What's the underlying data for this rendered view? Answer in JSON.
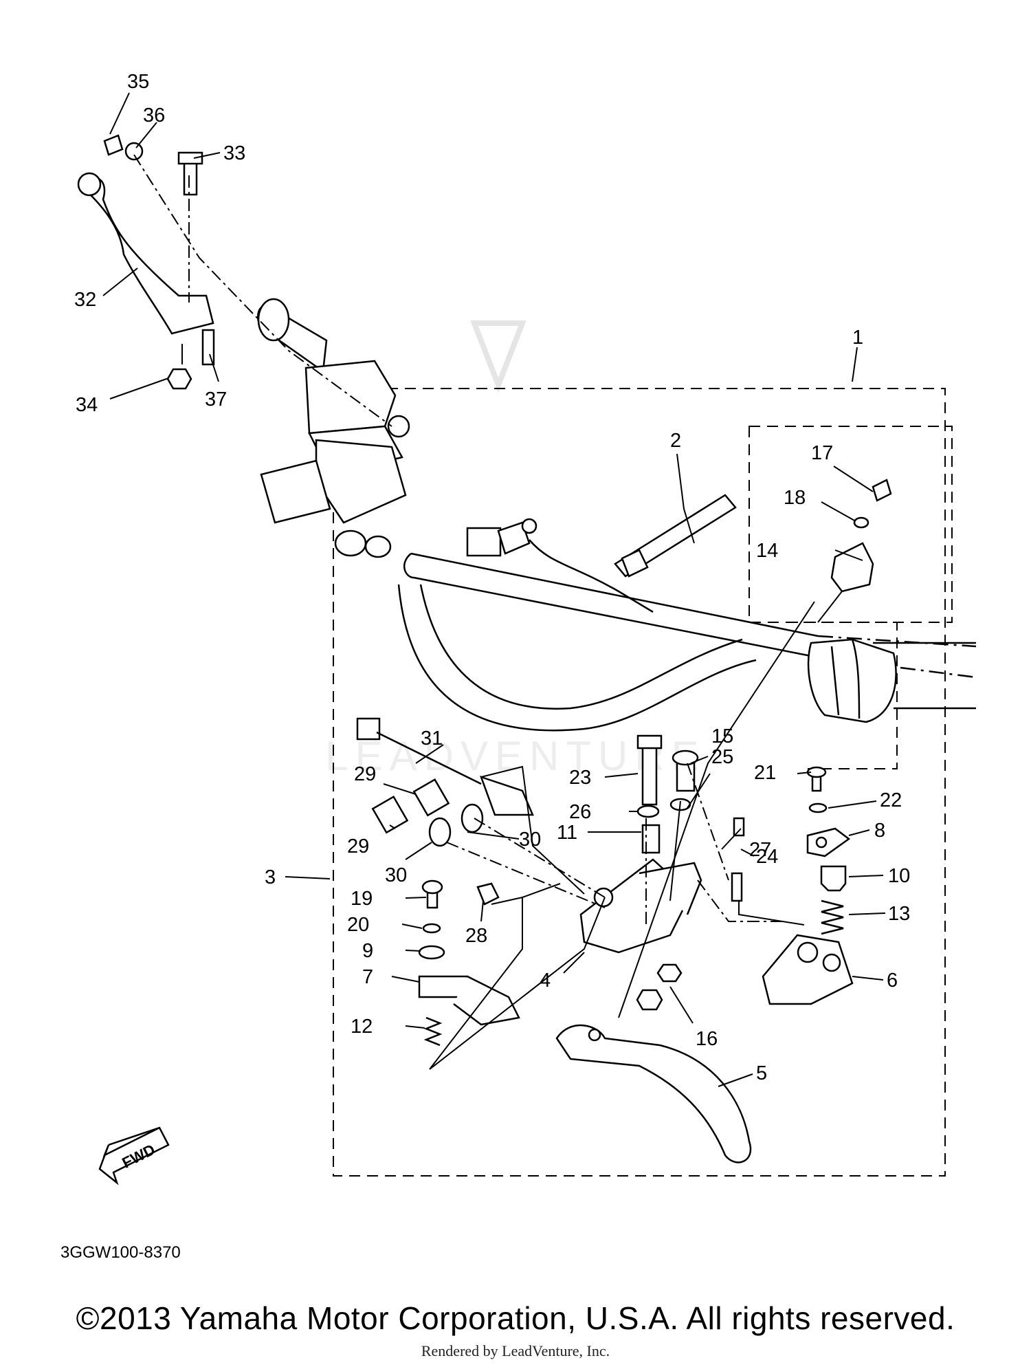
{
  "diagram": {
    "part_code": "3GGW100-8370",
    "fwd_label": "FWD",
    "callouts": [
      "1",
      "2",
      "3",
      "4",
      "5",
      "6",
      "7",
      "8",
      "9",
      "10",
      "11",
      "12",
      "13",
      "14",
      "15",
      "16",
      "17",
      "18",
      "19",
      "20",
      "21",
      "22",
      "23",
      "24",
      "25",
      "26",
      "27",
      "28",
      "29",
      "29",
      "30",
      "30",
      "31",
      "32",
      "33",
      "34",
      "35",
      "36",
      "37"
    ]
  },
  "footer": {
    "copyright": "©2013 Yamaha Motor Corporation, U.S.A. All rights reserved.",
    "rendered_by": "Rendered by LeadVenture, Inc."
  },
  "watermark": {
    "text": "LEADVENTURE",
    "color": "#d9d9d9"
  }
}
